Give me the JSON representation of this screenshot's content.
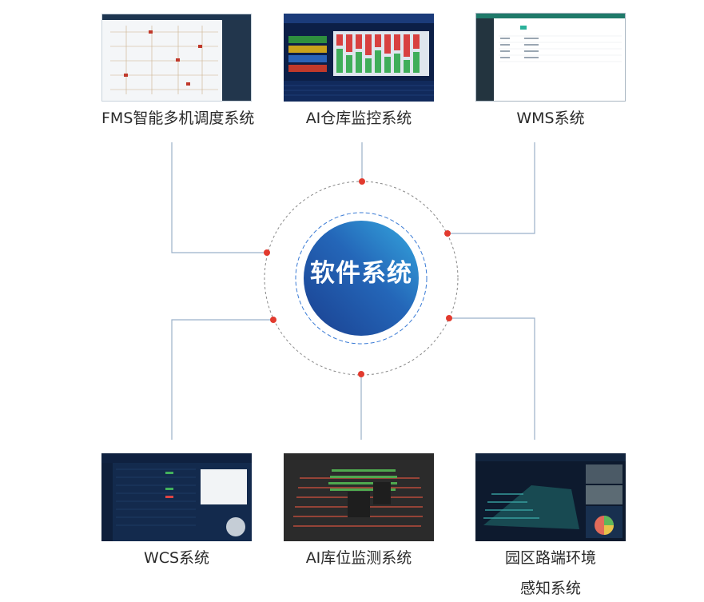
{
  "hub": {
    "title": "软件系统"
  },
  "systems": [
    {
      "caption": "FMS智能多机调度系统"
    },
    {
      "caption": "AI仓库监控系统"
    },
    {
      "caption": "WMS系统"
    },
    {
      "caption": "WCS系统"
    },
    {
      "caption": "AI库位监测系统"
    },
    {
      "caption_line1": "园区路端环境",
      "caption_line2": "感知系统"
    }
  ],
  "colors": {
    "wire": "#9bb0c9",
    "dot": "#e23a2e",
    "hub_gradient_start": "#1f4ea3",
    "hub_gradient_end": "#2a9fd6",
    "ring_outer": "#888888",
    "ring_inner": "#3a7bd5"
  }
}
